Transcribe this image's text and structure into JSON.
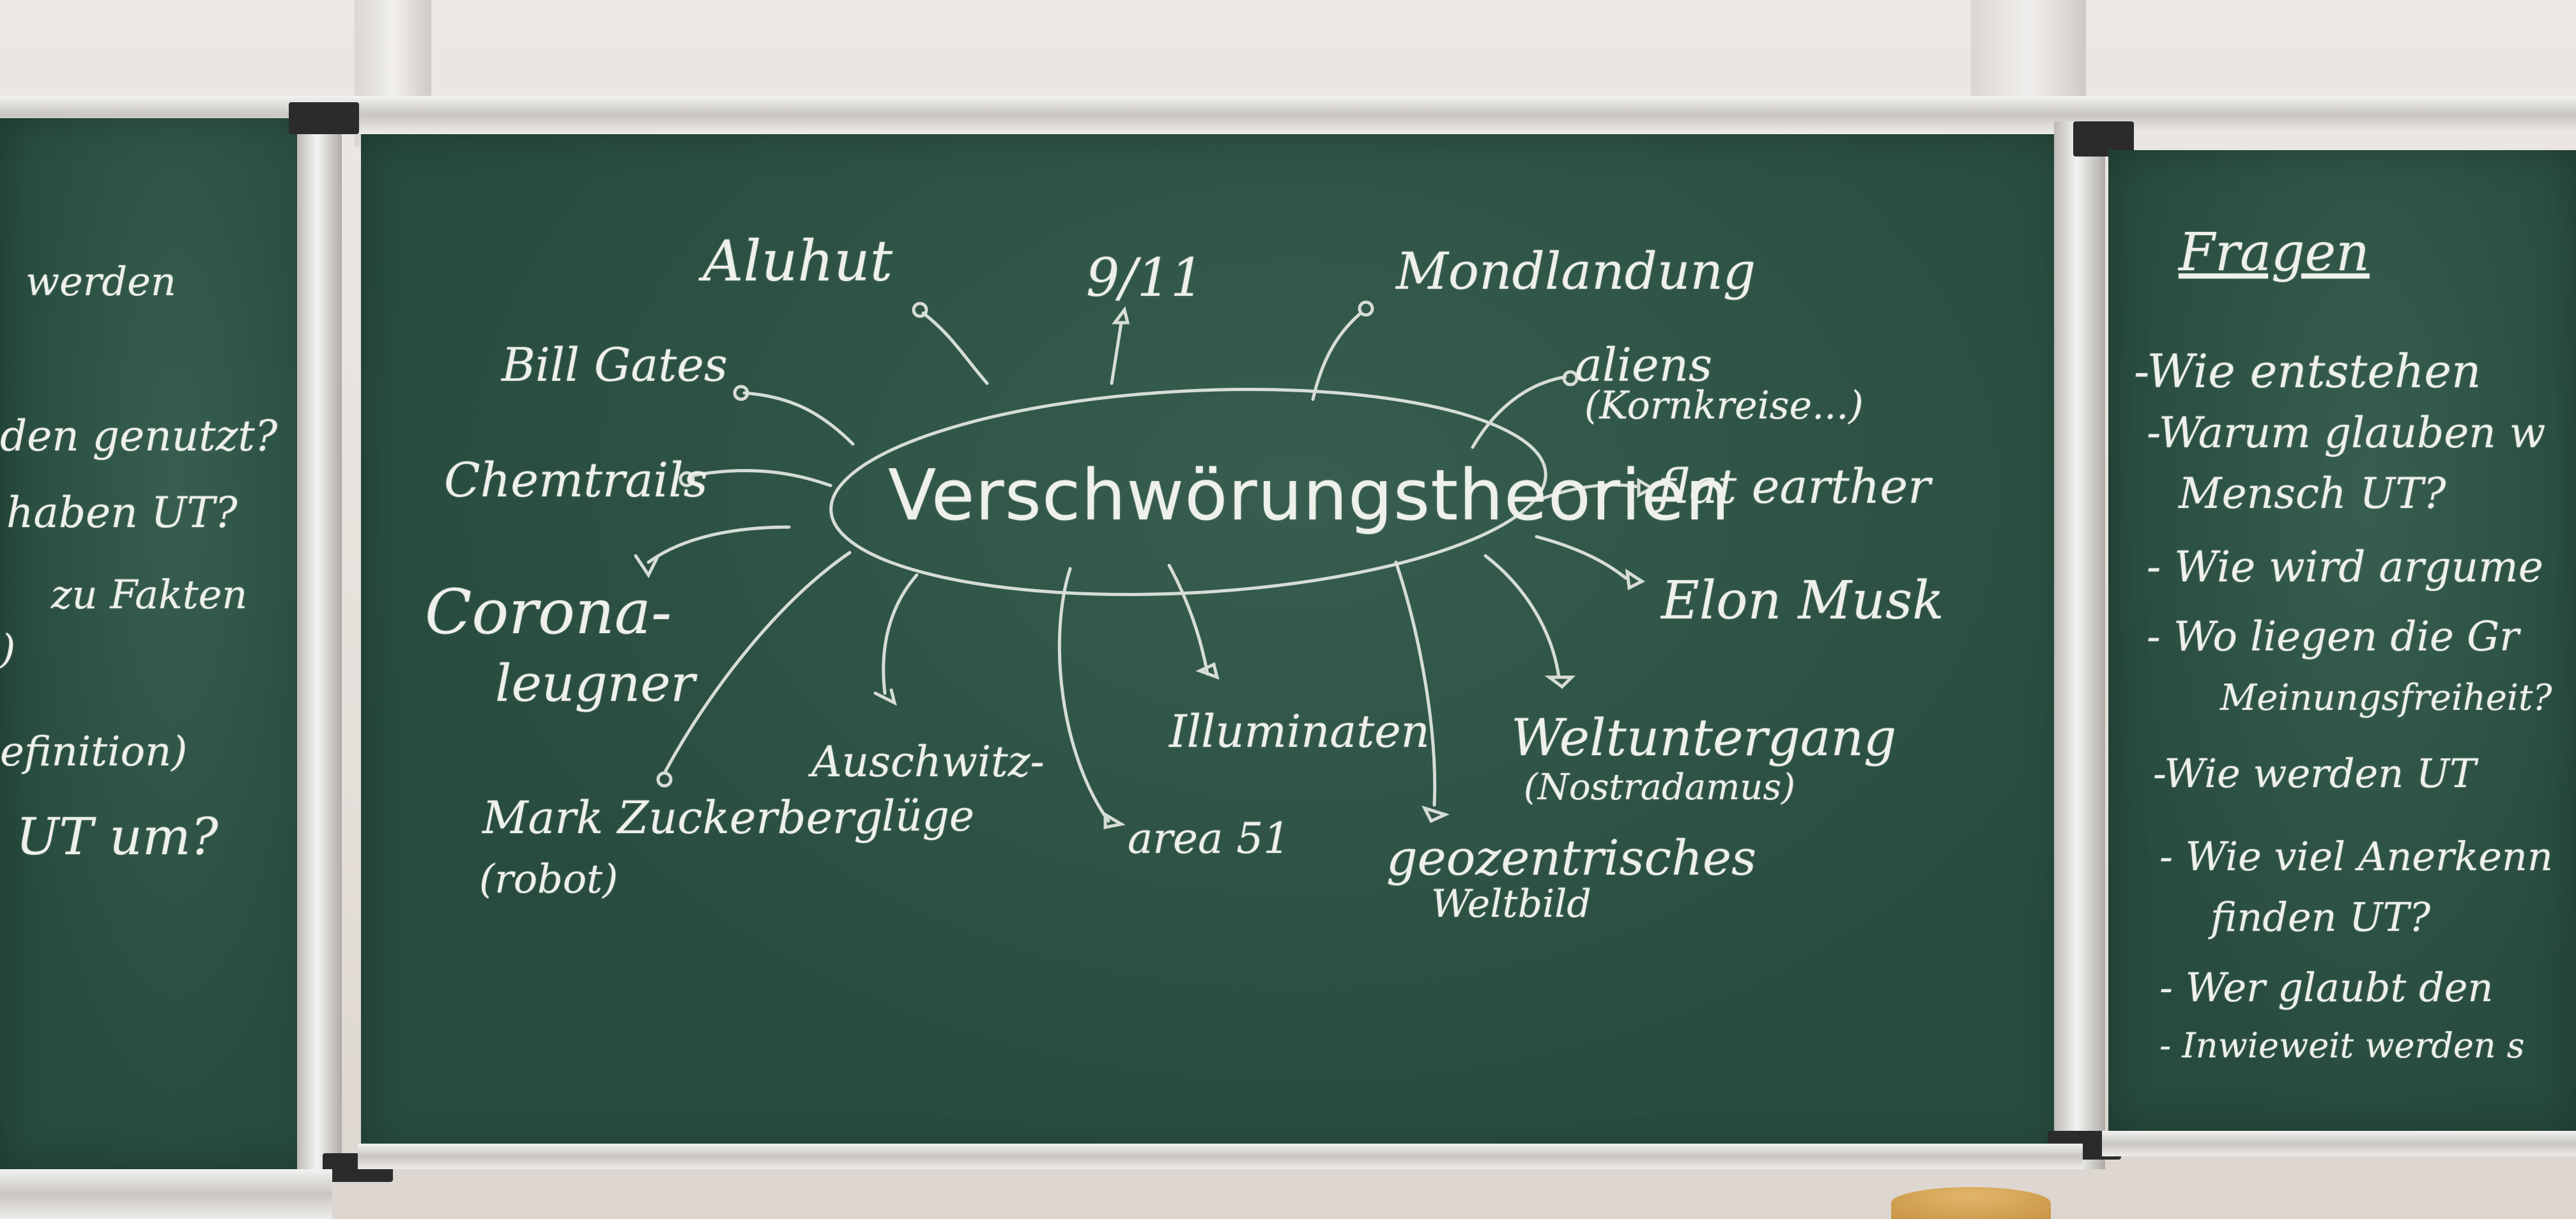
{
  "left_board": {
    "lines": [
      "werden",
      "den genutzt?",
      "haben UT?",
      "zu Fakten",
      ")",
      "efinition)",
      "UT um?"
    ]
  },
  "center_board": {
    "center": "Verschwörungstheorien",
    "labels": {
      "aluhut": "Aluhut",
      "nine_eleven": "9/11",
      "mondlandung": "Mondlandung",
      "bill_gates": "Bill Gates",
      "aliens": "aliens",
      "aliens_note": "(Kornkreise...)",
      "chemtrails": "Chemtrails",
      "flat_earther": "flat earther",
      "corona_1": "Corona-",
      "corona_2": "leugner",
      "elon_musk": "Elon Musk",
      "zuckerberg_1": "Mark Zuckerberg",
      "zuckerberg_2": "(robot)",
      "auschwitz_1": "Auschwitz-",
      "auschwitz_2": "lüge",
      "illuminaten": "Illuminaten",
      "area51": "area 51",
      "weltuntergang_1": "Weltuntergang",
      "weltuntergang_2": "(Nostradamus)",
      "geozentrisch_1": "geozentrisches",
      "geozentrisch_2": "Weltbild"
    }
  },
  "right_board": {
    "title": "Fragen",
    "lines": [
      "-Wie entstehen",
      "-Warum glauben w",
      "Mensch UT?",
      "- Wie wird argume",
      "- Wo liegen die Gr",
      "Meinungsfreiheit?",
      "-Wie werden UT",
      "- Wie viel Anerkenn",
      "finden UT?",
      "- Wer glaubt den",
      "- Inwieweit werden s"
    ]
  }
}
